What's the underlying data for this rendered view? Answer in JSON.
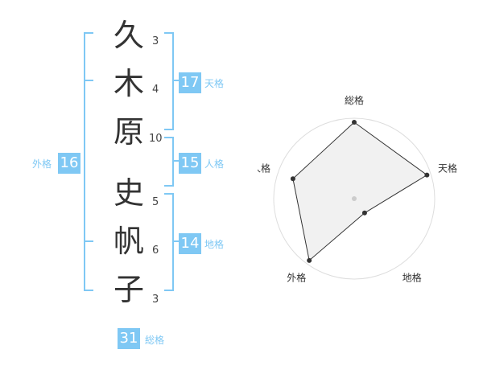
{
  "name": {
    "chars": [
      {
        "char": "久",
        "strokes": "3"
      },
      {
        "char": "木",
        "strokes": "4"
      },
      {
        "char": "原",
        "strokes": "10"
      },
      {
        "char": "史",
        "strokes": "5"
      },
      {
        "char": "帆",
        "strokes": "6"
      },
      {
        "char": "子",
        "strokes": "3"
      }
    ]
  },
  "badges": {
    "tenkaku": {
      "value": "17",
      "label": "天格"
    },
    "jinkaku": {
      "value": "15",
      "label": "人格"
    },
    "chikaku": {
      "value": "14",
      "label": "地格"
    },
    "gaikaku": {
      "value": "16",
      "label": "外格"
    },
    "soukaku": {
      "value": "31",
      "label": "総格"
    }
  },
  "chart_data": {
    "type": "radar",
    "axes": [
      "総格",
      "天格",
      "地格",
      "外格",
      "人格"
    ],
    "values": [
      0.95,
      0.95,
      0.22,
      0.95,
      0.8
    ],
    "rings": 4,
    "colors": {
      "fill": "#eeeeee",
      "line": "#333333",
      "ring": "#dddddd",
      "center": "#cccccc"
    }
  }
}
